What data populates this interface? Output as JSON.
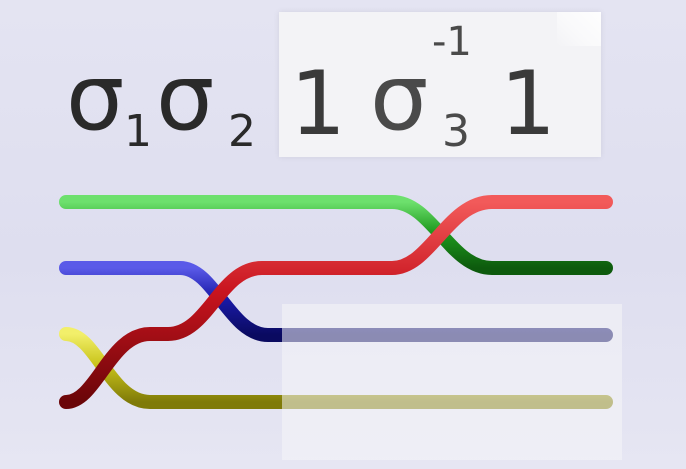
{
  "word": {
    "generators": [
      {
        "symbol": "σ",
        "index": "1",
        "exponent": ""
      },
      {
        "symbol": "σ",
        "index": "2",
        "exponent": ""
      },
      {
        "symbol": "1",
        "index": "",
        "exponent": ""
      },
      {
        "symbol": "σ",
        "index": "3",
        "exponent": "-1"
      },
      {
        "symbol": "1",
        "index": "",
        "exponent": ""
      }
    ]
  },
  "strands": [
    {
      "name": "green",
      "color": "#1f9a1f"
    },
    {
      "name": "blue",
      "color": "#1a1aa8"
    },
    {
      "name": "yellow",
      "color": "#c9c41a"
    },
    {
      "name": "red",
      "color": "#c8141e"
    }
  ]
}
